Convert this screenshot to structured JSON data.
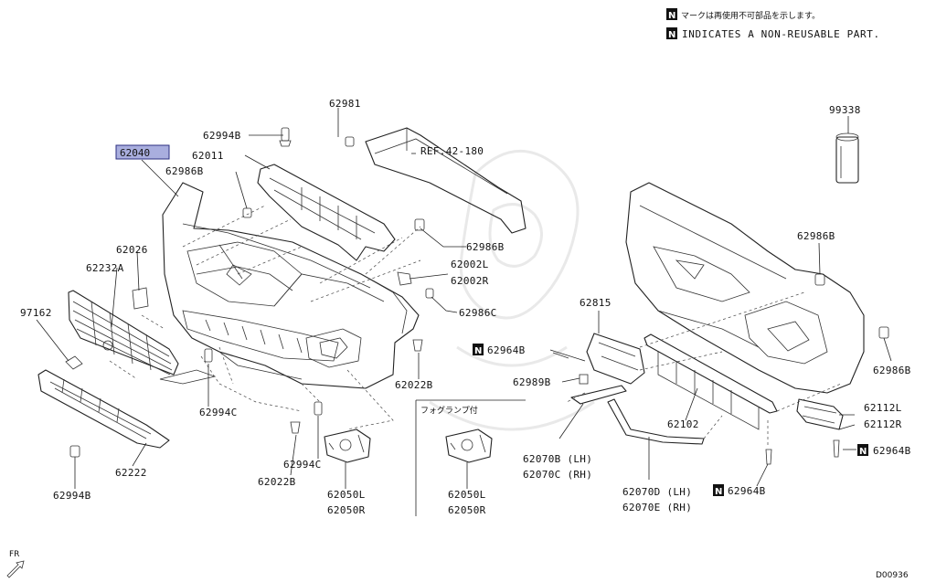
{
  "legend": {
    "line_jp": "マークは再使用不可部品を示します。",
    "line_en": "INDICATES A NON-REUSABLE PART.",
    "mark": "N"
  },
  "labels": {
    "p62040": "62040",
    "p62994B_top": "62994B",
    "p62981": "62981",
    "p62011": "62011",
    "p62986B_left": "62986B",
    "ref": "REF.42-180",
    "p62986B_mid": "62986B",
    "p62002L": "62002L",
    "p62002R": "62002R",
    "p62986C": "62986C",
    "p62026": "62026",
    "p62232A": "62232A",
    "p97162": "97162",
    "p62994C_left": "62994C",
    "p62022B_mid": "62022B",
    "p62022B_low": "62022B",
    "p62994C_low": "62994C",
    "p62222": "62222",
    "p62994B_low": "62994B",
    "p62050L_1": "62050L",
    "p62050R_1": "62050R",
    "fog": "フォグランプ付",
    "p62050L_2": "62050L",
    "p62050R_2": "62050R",
    "p99338": "99338",
    "p62986B_right1": "62986B",
    "p62986B_right2": "62986B",
    "p62815": "62815",
    "p62964B_1": "62964B",
    "p62989B": "62989B",
    "p62102": "62102",
    "p62112L": "62112L",
    "p62112R": "62112R",
    "p62964B_2": "62964B",
    "p62070B": "62070B (LH)",
    "p62070C": "62070C (RH)",
    "p62070D": "62070D (LH)",
    "p62070E": "62070E (RH)",
    "p62964B_3": "62964B",
    "fr": "FR",
    "code": "D00936"
  }
}
